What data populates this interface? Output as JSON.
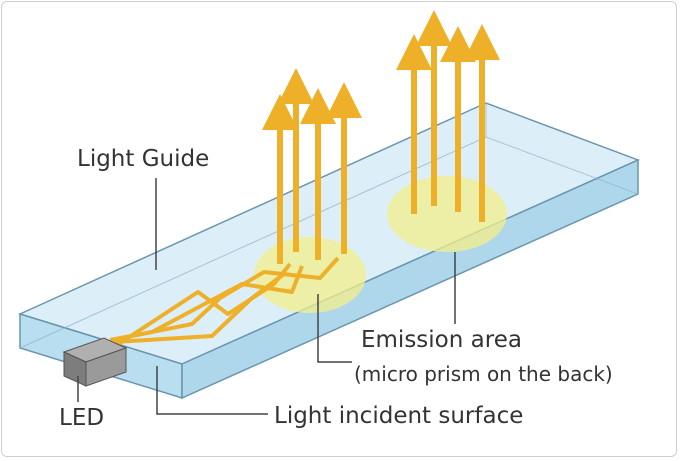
{
  "labels": {
    "light_guide": "Light Guide",
    "emission_area": "Emission area",
    "micro_prism_note": "(micro prism on the back)",
    "led": "LED",
    "light_incident_surface": "Light incident surface"
  },
  "colors": {
    "guide_top": "#d7ecf7",
    "guide_front": "#b6dcef",
    "guide_side": "#a9d3ea",
    "guide_edge": "#5a8aa6",
    "light_path": "#eeb028",
    "emission_glow": "#f2ee8c",
    "led_body": "#8a8a8a",
    "leader_line": "#444444",
    "text": "#333333"
  }
}
